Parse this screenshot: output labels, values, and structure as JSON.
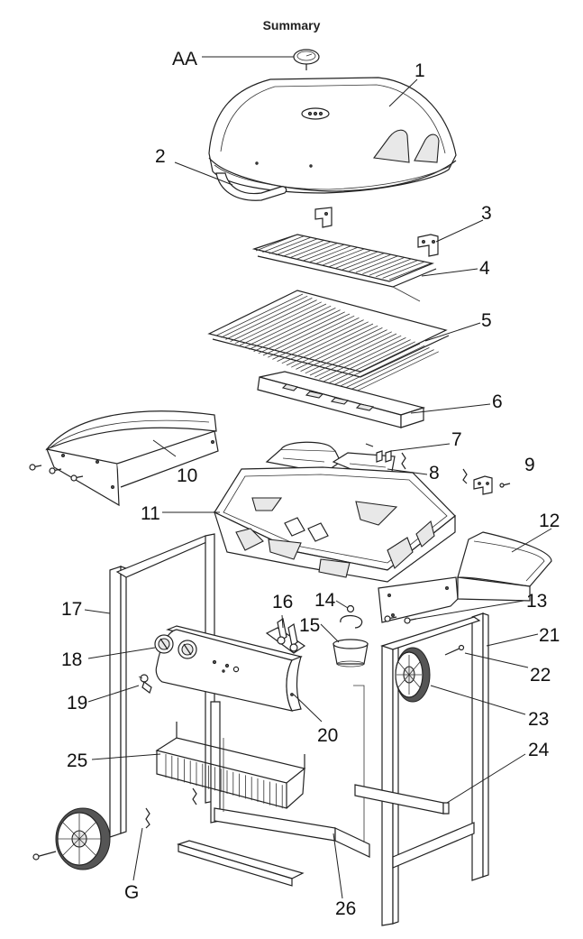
{
  "title": "Summary",
  "labels": {
    "AA": "AA",
    "p1": "1",
    "p2": "2",
    "p3": "3",
    "p4": "4",
    "p5": "5",
    "p6": "6",
    "p7": "7",
    "p8": "8",
    "p9": "9",
    "p10": "10",
    "p11": "11",
    "p12": "12",
    "p13": "13",
    "p14": "14",
    "p15": "15",
    "p16": "16",
    "p17": "17",
    "p18": "18",
    "p19": "19",
    "p20": "20",
    "p21": "21",
    "p22": "22",
    "p23": "23",
    "p24": "24",
    "p25": "25",
    "p26": "26",
    "G": "G"
  }
}
